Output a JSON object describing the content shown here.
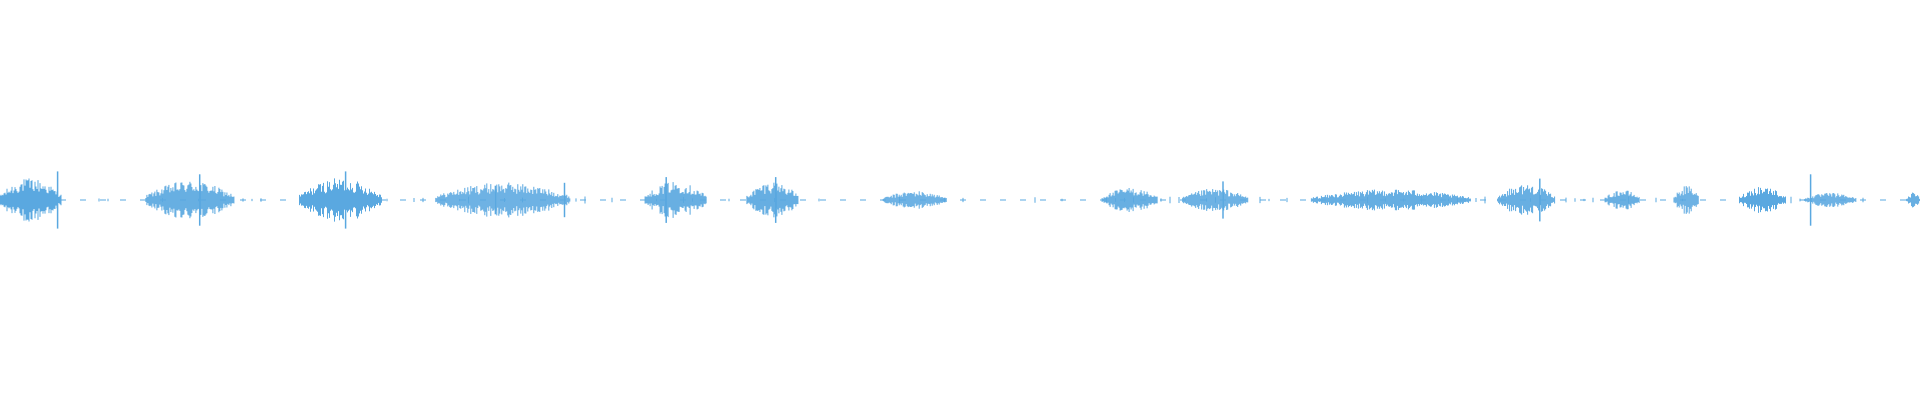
{
  "waveform": {
    "color": "#5aa8e0",
    "background": "#ffffff",
    "cursor_style": "none",
    "segments": [
      {
        "start": 0.0,
        "end": 0.032,
        "amp": 0.85
      },
      {
        "start": 0.076,
        "end": 0.122,
        "amp": 0.75
      },
      {
        "start": 0.156,
        "end": 0.199,
        "amp": 0.85
      },
      {
        "start": 0.227,
        "end": 0.297,
        "amp": 0.68
      },
      {
        "start": 0.336,
        "end": 0.368,
        "amp": 0.72
      },
      {
        "start": 0.389,
        "end": 0.416,
        "amp": 0.72
      },
      {
        "start": 0.46,
        "end": 0.493,
        "amp": 0.35
      },
      {
        "start": 0.574,
        "end": 0.603,
        "amp": 0.48
      },
      {
        "start": 0.616,
        "end": 0.65,
        "amp": 0.45
      },
      {
        "start": 0.683,
        "end": 0.766,
        "amp": 0.42
      },
      {
        "start": 0.78,
        "end": 0.81,
        "amp": 0.62
      },
      {
        "start": 0.83,
        "end": 0.81,
        "amp": 0.0
      },
      {
        "start": 0.836,
        "end": 0.854,
        "amp": 0.4
      },
      {
        "start": 0.872,
        "end": 0.885,
        "amp": 0.55
      },
      {
        "start": 0.906,
        "end": 0.93,
        "amp": 0.55
      },
      {
        "start": 0.94,
        "end": 0.967,
        "amp": 0.28
      },
      {
        "start": 0.993,
        "end": 1.0,
        "amp": 0.3
      }
    ],
    "peaks": [
      {
        "x": 0.03,
        "amp": 1.0
      },
      {
        "x": 0.104,
        "amp": 0.9
      },
      {
        "x": 0.18,
        "amp": 1.0
      },
      {
        "x": 0.258,
        "amp": 0.5
      },
      {
        "x": 0.294,
        "amp": 0.6
      },
      {
        "x": 0.347,
        "amp": 0.8
      },
      {
        "x": 0.404,
        "amp": 0.8
      },
      {
        "x": 0.637,
        "amp": 0.65
      },
      {
        "x": 0.802,
        "amp": 0.75
      },
      {
        "x": 0.943,
        "amp": 0.9
      }
    ]
  }
}
